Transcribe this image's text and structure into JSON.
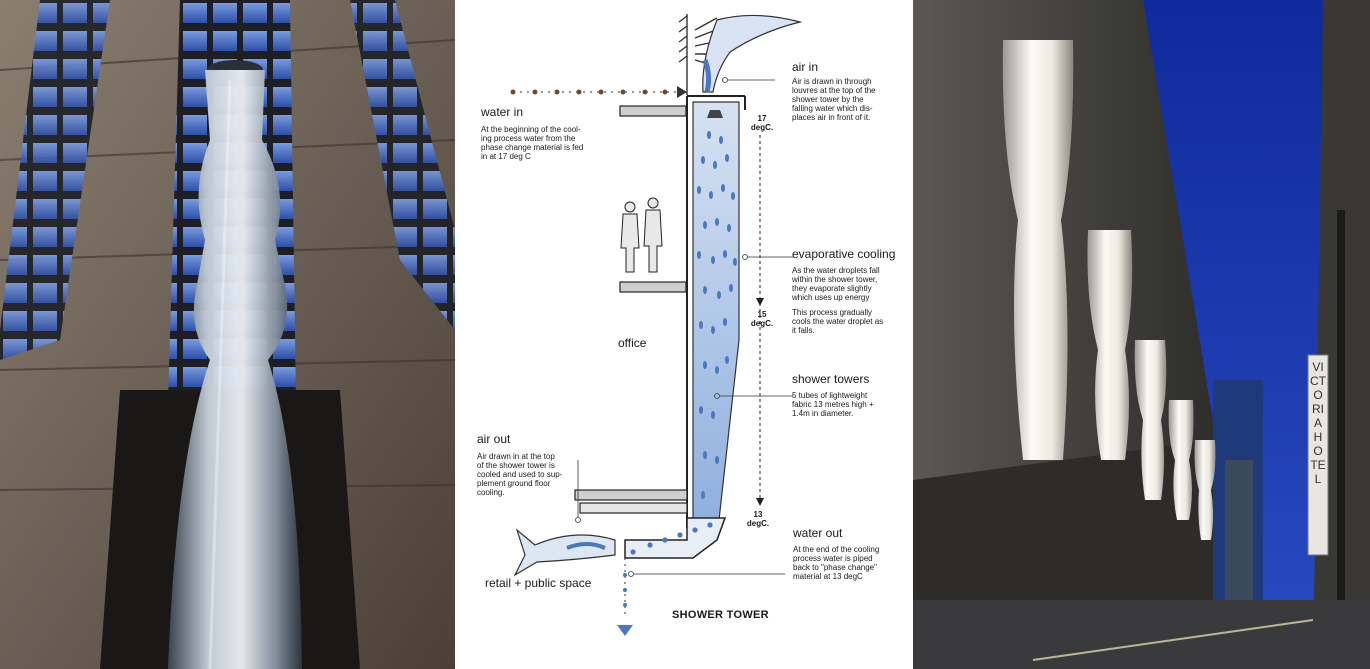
{
  "diagram": {
    "air_in": {
      "heading": "air in",
      "lines": [
        "Air is drawn in through",
        "louvres at the top of the",
        "shower tower by the",
        "falling water which dis-",
        "places air in front of it."
      ]
    },
    "water_in": {
      "heading": "water in",
      "lines": [
        "At the beginning of the cool-",
        "ing process water from the",
        "phase change material is fed",
        "in at 17 deg C"
      ]
    },
    "evaporative_cooling": {
      "heading": "evaporative cooling",
      "lines": [
        "As the water droplets fall",
        "within the shower tower,",
        "they evaporate slightly",
        "which uses up energy"
      ],
      "lines2": [
        "This process gradually",
        "cools the water droplet as",
        "it falls."
      ]
    },
    "shower_towers": {
      "heading": "shower towers",
      "lines": [
        "5 tubes of lightweight",
        "fabric 13 metres high +",
        "1.4m in diameter."
      ]
    },
    "air_out": {
      "heading": "air out",
      "lines": [
        "Air drawn in at the top",
        "of the shower tower is",
        "cooled and used to sup-",
        "plement ground floor",
        "cooling."
      ]
    },
    "water_out": {
      "heading": "water out",
      "lines": [
        "At the end of the cooling",
        "process water is piped",
        "back to \"phase change\"",
        "material at 13 degC"
      ]
    },
    "office_label": "office",
    "retail_label": "retail + public space",
    "title": "SHOWER TOWER",
    "temps": [
      {
        "value": "17",
        "unit": "degC."
      },
      {
        "value": "15",
        "unit": "degC."
      },
      {
        "value": "13",
        "unit": "degC."
      }
    ]
  },
  "photo_right": {
    "sign_text": "VICTORIA HOTEL"
  },
  "colors": {
    "water_blue": "#4a78c0",
    "tower_fill": "#b9cde8",
    "night_sky": "#1836a8",
    "stone": "#7a6f63"
  }
}
